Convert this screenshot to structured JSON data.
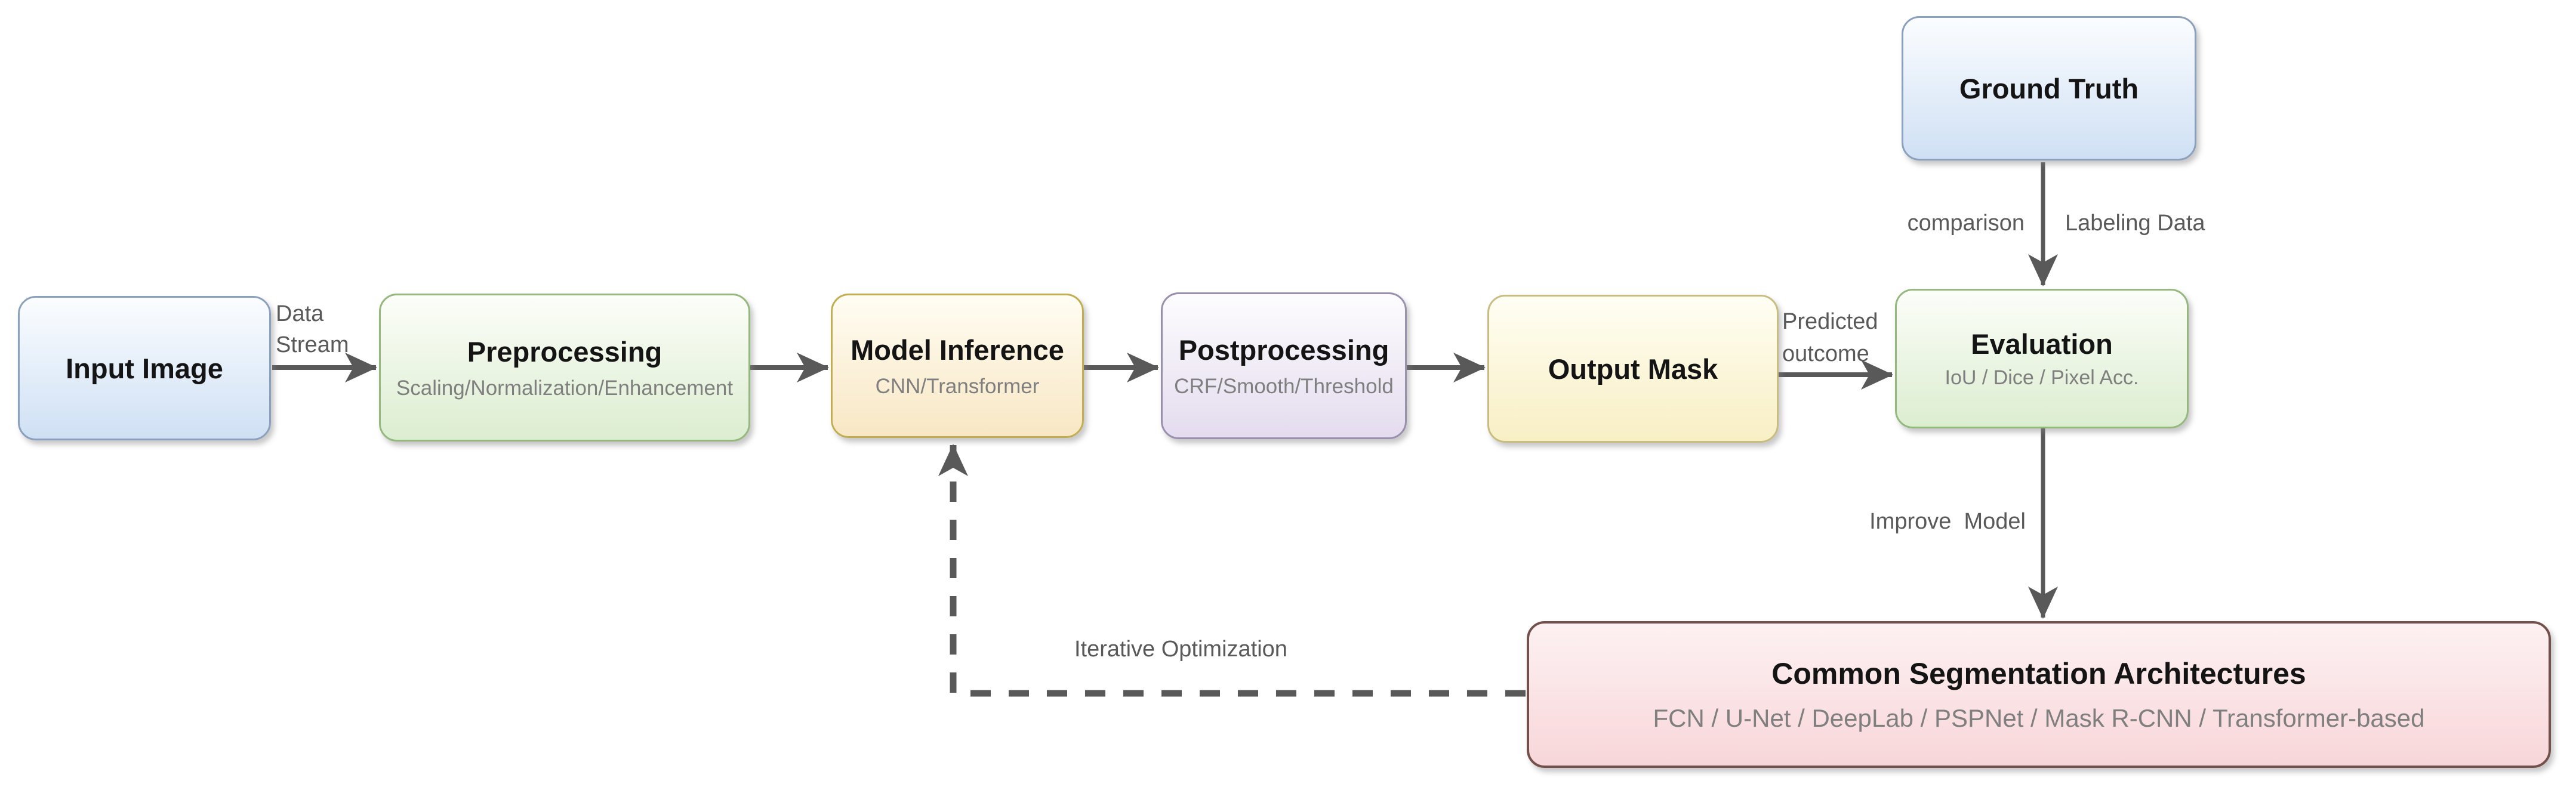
{
  "page": {
    "background": "#ffffff",
    "description": "Semantic segmentation pipeline flowchart"
  },
  "nodes": [
    {
      "id": "input-image",
      "title": "Input Image",
      "subtitle": ""
    },
    {
      "id": "preprocessing",
      "title": "Preprocessing",
      "subtitle": "Scaling/Normalization/Enhancement"
    },
    {
      "id": "model-inference",
      "title": "Model Inference",
      "subtitle": "CNN/Transformer"
    },
    {
      "id": "postprocessing",
      "title": "Postprocessing",
      "subtitle": "CRF/Smooth/Threshold"
    },
    {
      "id": "output-mask",
      "title": "Output Mask",
      "subtitle": ""
    },
    {
      "id": "evaluation",
      "title": "Evaluation",
      "subtitle": "IoU / Dice / Pixel Acc."
    },
    {
      "id": "ground-truth",
      "title": "Ground Truth",
      "subtitle": ""
    },
    {
      "id": "common-architectures",
      "title": "Common Segmentation Architectures",
      "subtitle": "FCN / U-Net / DeepLab / PSPNet / Mask R-CNN / Transformer-based"
    }
  ],
  "edges": {
    "data_stream": {
      "line1": "Data",
      "line2": "Stream"
    },
    "predicted_outcome": {
      "line1": "Predicted",
      "line2": "outcome"
    },
    "comparison": {
      "label": "comparison"
    },
    "labeling_data": {
      "label": "Labeling Data"
    },
    "improve_model": {
      "label": "Improve  Model"
    },
    "iterative_optimization": {
      "label": "Iterative Optimization"
    }
  },
  "colors": {
    "arrow": "#595959",
    "edge-label": "#595959",
    "title": "#141414",
    "subtitle": "#7f7f7f",
    "blue-border": "#8ba0bd",
    "blue-top": "#fbfdff",
    "blue-bottom": "#cfe0f4",
    "green-border": "#95b87e",
    "green-top": "#fcfef9",
    "green-bottom": "#dcedd0",
    "gold-border": "#c2ae52",
    "gold-top": "#fffdf3",
    "gold-bottom": "#f8e7c4",
    "purple-border": "#9b8fae",
    "purple-top": "#fdfcfe",
    "purple-bottom": "#e4dcef",
    "yellow-border": "#c8bc80",
    "yellow-top": "#fffef4",
    "yellow-bottom": "#f8efc4",
    "pink-border": "#74504c",
    "pink-top": "#fdf1f2",
    "pink-bottom": "#f8d6d9"
  }
}
